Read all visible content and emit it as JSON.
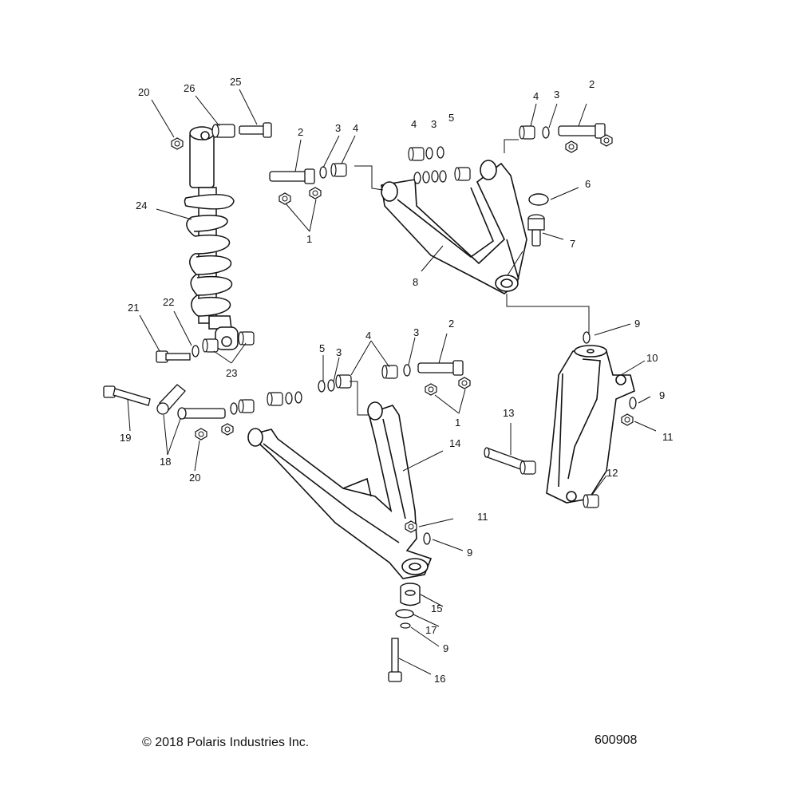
{
  "footer": {
    "copyright": "© 2018 Polaris Industries Inc.",
    "drawing_number": "600908"
  },
  "callouts": [
    {
      "id": "c20a",
      "label": "20"
    },
    {
      "id": "c26",
      "label": "26"
    },
    {
      "id": "c25",
      "label": "25"
    },
    {
      "id": "c24",
      "label": "24"
    },
    {
      "id": "c21",
      "label": "21"
    },
    {
      "id": "c22",
      "label": "22"
    },
    {
      "id": "c23",
      "label": "23"
    },
    {
      "id": "c2a",
      "label": "2"
    },
    {
      "id": "c3a",
      "label": "3"
    },
    {
      "id": "c4a",
      "label": "4"
    },
    {
      "id": "c1a",
      "label": "1"
    },
    {
      "id": "c4b",
      "label": "4"
    },
    {
      "id": "c3b",
      "label": "3"
    },
    {
      "id": "c5a",
      "label": "5"
    },
    {
      "id": "c8",
      "label": "8"
    },
    {
      "id": "c4c",
      "label": "4"
    },
    {
      "id": "c3c",
      "label": "3"
    },
    {
      "id": "c2b",
      "label": "2"
    },
    {
      "id": "c6",
      "label": "6"
    },
    {
      "id": "c7",
      "label": "7"
    },
    {
      "id": "c9a",
      "label": "9"
    },
    {
      "id": "c10",
      "label": "10"
    },
    {
      "id": "c9b",
      "label": "9"
    },
    {
      "id": "c11a",
      "label": "11"
    },
    {
      "id": "c13",
      "label": "13"
    },
    {
      "id": "c12",
      "label": "12"
    },
    {
      "id": "c5b",
      "label": "5"
    },
    {
      "id": "c3d",
      "label": "3"
    },
    {
      "id": "c4d",
      "label": "4"
    },
    {
      "id": "c3e",
      "label": "3"
    },
    {
      "id": "c2c",
      "label": "2"
    },
    {
      "id": "c1b",
      "label": "1"
    },
    {
      "id": "c19",
      "label": "19"
    },
    {
      "id": "c18",
      "label": "18"
    },
    {
      "id": "c20b",
      "label": "20"
    },
    {
      "id": "c14",
      "label": "14"
    },
    {
      "id": "c11b",
      "label": "11"
    },
    {
      "id": "c9c",
      "label": "9"
    },
    {
      "id": "c15",
      "label": "15"
    },
    {
      "id": "c17",
      "label": "17"
    },
    {
      "id": "c9d",
      "label": "9"
    },
    {
      "id": "c16",
      "label": "16"
    }
  ]
}
